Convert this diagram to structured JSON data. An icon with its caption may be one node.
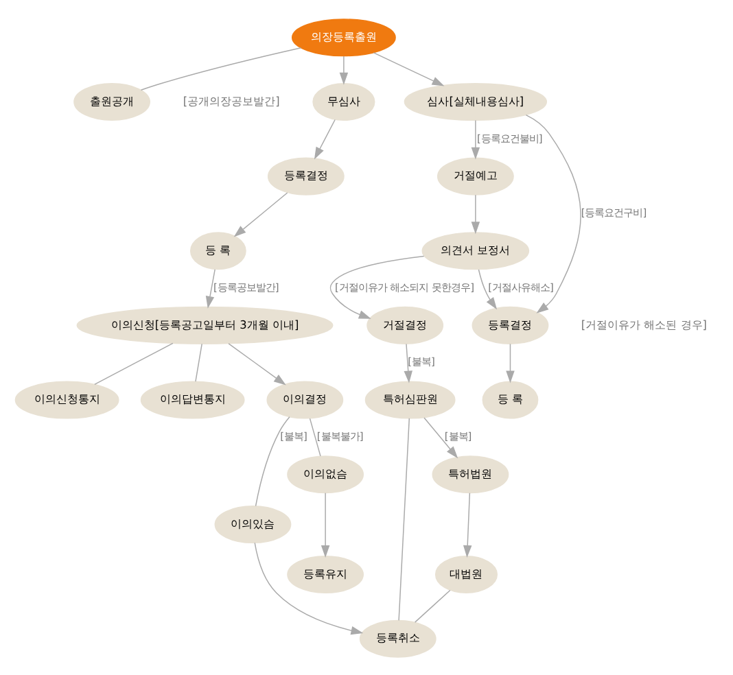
{
  "diagram": {
    "nodes": [
      {
        "text": [
          "의장등록출원"
        ]
      },
      {
        "text": [
          "출원공개"
        ],
        "beside": [
          "[공개의장공보발간]"
        ]
      },
      {
        "text": [
          "무심사"
        ]
      },
      {
        "text": [
          "심사[실체내용심사]"
        ]
      },
      {
        "text": [
          "거절예고"
        ]
      },
      {
        "text": [
          "등록결정"
        ]
      },
      {
        "text": [
          "의견서 보정서"
        ]
      },
      {
        "text": [
          "등 록"
        ]
      },
      {
        "text": [
          "이의신청[등록공고일부터 3개월 이내]"
        ]
      },
      {
        "text": [
          "거절결정"
        ]
      },
      {
        "text": [
          "이의신청통지"
        ]
      },
      {
        "text": [
          "이의답변통지"
        ]
      },
      {
        "text": [
          "등록결정"
        ]
      },
      {
        "text": [
          "특허심판원"
        ]
      },
      {
        "text": [
          "이의결정"
        ]
      },
      {
        "text": [
          "이의있슴"
        ]
      },
      {
        "text": [
          "이의없슴"
        ]
      },
      {
        "text": [
          "등록취소"
        ]
      },
      {
        "text": [
          "등록유지"
        ]
      },
      {
        "text": [
          "특허법원"
        ]
      },
      {
        "text": [
          "대법원"
        ]
      },
      {
        "text": [
          "등 록"
        ]
      }
    ],
    "edges": [
      {
        "from": 0,
        "to": 1,
        "arrow": "none"
      },
      {
        "from": 0,
        "to": 2,
        "arrow": "to"
      },
      {
        "from": 0,
        "to": 3,
        "arrow": "to"
      },
      {
        "from": 3,
        "to": 4,
        "arrow": "to",
        "label": "[등록요건불비]"
      },
      {
        "from": 3,
        "to": 12,
        "arrow": "to",
        "label": "[등록요건구비]"
      },
      {
        "from": 4,
        "to": 6,
        "arrow": "to"
      },
      {
        "from": 6,
        "to": 12,
        "arrow": "to",
        "label": "[거절사유해소]"
      },
      {
        "from": 6,
        "to": 9,
        "arrow": "to",
        "label": "[거절이유가 해소되지 못한경우]"
      },
      {
        "from": 9,
        "to": 13,
        "arrow": "to",
        "label": "[불복]"
      },
      {
        "from": 13,
        "to": 19,
        "arrow": "to",
        "label": "[불복]"
      },
      {
        "from": 19,
        "to": 20,
        "arrow": "to"
      },
      {
        "from": 12,
        "to": 21,
        "arrow": "to"
      },
      {
        "from": 2,
        "to": 5,
        "arrow": "to"
      },
      {
        "from": 5,
        "to": 7,
        "arrow": "to"
      },
      {
        "from": 7,
        "to": 8,
        "arrow": "to",
        "label": "[등록공보발간]"
      },
      {
        "from": 8,
        "to": 10,
        "arrow": "none"
      },
      {
        "from": 8,
        "to": 11,
        "arrow": "none"
      },
      {
        "from": 8,
        "to": 14,
        "arrow": "to"
      },
      {
        "from": 14,
        "to": 15,
        "arrow": "none",
        "label": "[불복]"
      },
      {
        "from": 14,
        "to": 16,
        "arrow": "none",
        "label": "[불복불가]"
      },
      {
        "from": 15,
        "to": 17,
        "arrow": "to"
      },
      {
        "from": 16,
        "to": 18,
        "arrow": "to"
      },
      {
        "from": 13,
        "to": 17,
        "arrow": "none"
      },
      {
        "from": 20,
        "to": 17,
        "arrow": "none"
      }
    ],
    "labels": [
      "[거절이유가 해소된 경우]"
    ]
  }
}
